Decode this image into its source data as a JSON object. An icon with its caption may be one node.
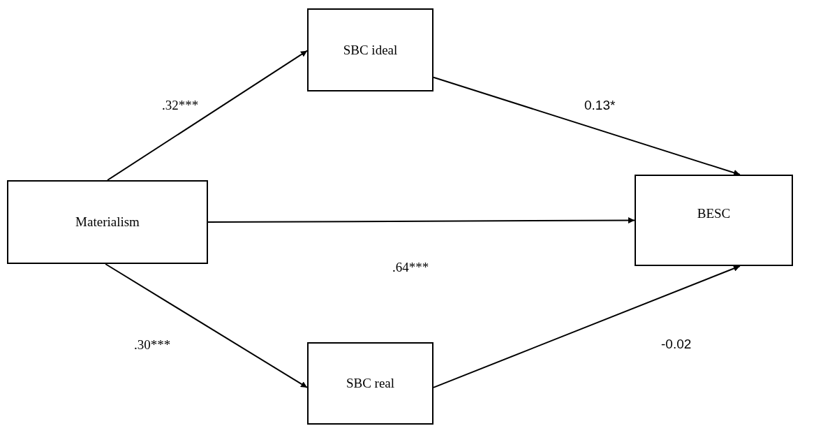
{
  "diagram": {
    "nodes": [
      {
        "text": [
          "Materialism"
        ]
      },
      {
        "text": [
          "SBC ideal"
        ]
      },
      {
        "text": [
          "BESC"
        ]
      },
      {
        "text": [
          "SBC real"
        ]
      }
    ],
    "edges": [
      {
        "from": 0,
        "to": 1,
        "arrow": "to",
        "label": ".32***"
      },
      {
        "from": 1,
        "to": 2,
        "arrow": "to",
        "label": "0.13*"
      },
      {
        "from": 0,
        "to": 2,
        "arrow": "to",
        "label": ".64***"
      },
      {
        "from": 0,
        "to": 3,
        "arrow": "to",
        "label": ".30***"
      },
      {
        "from": 3,
        "to": 2,
        "arrow": "to",
        "label": "-0.02"
      }
    ]
  }
}
